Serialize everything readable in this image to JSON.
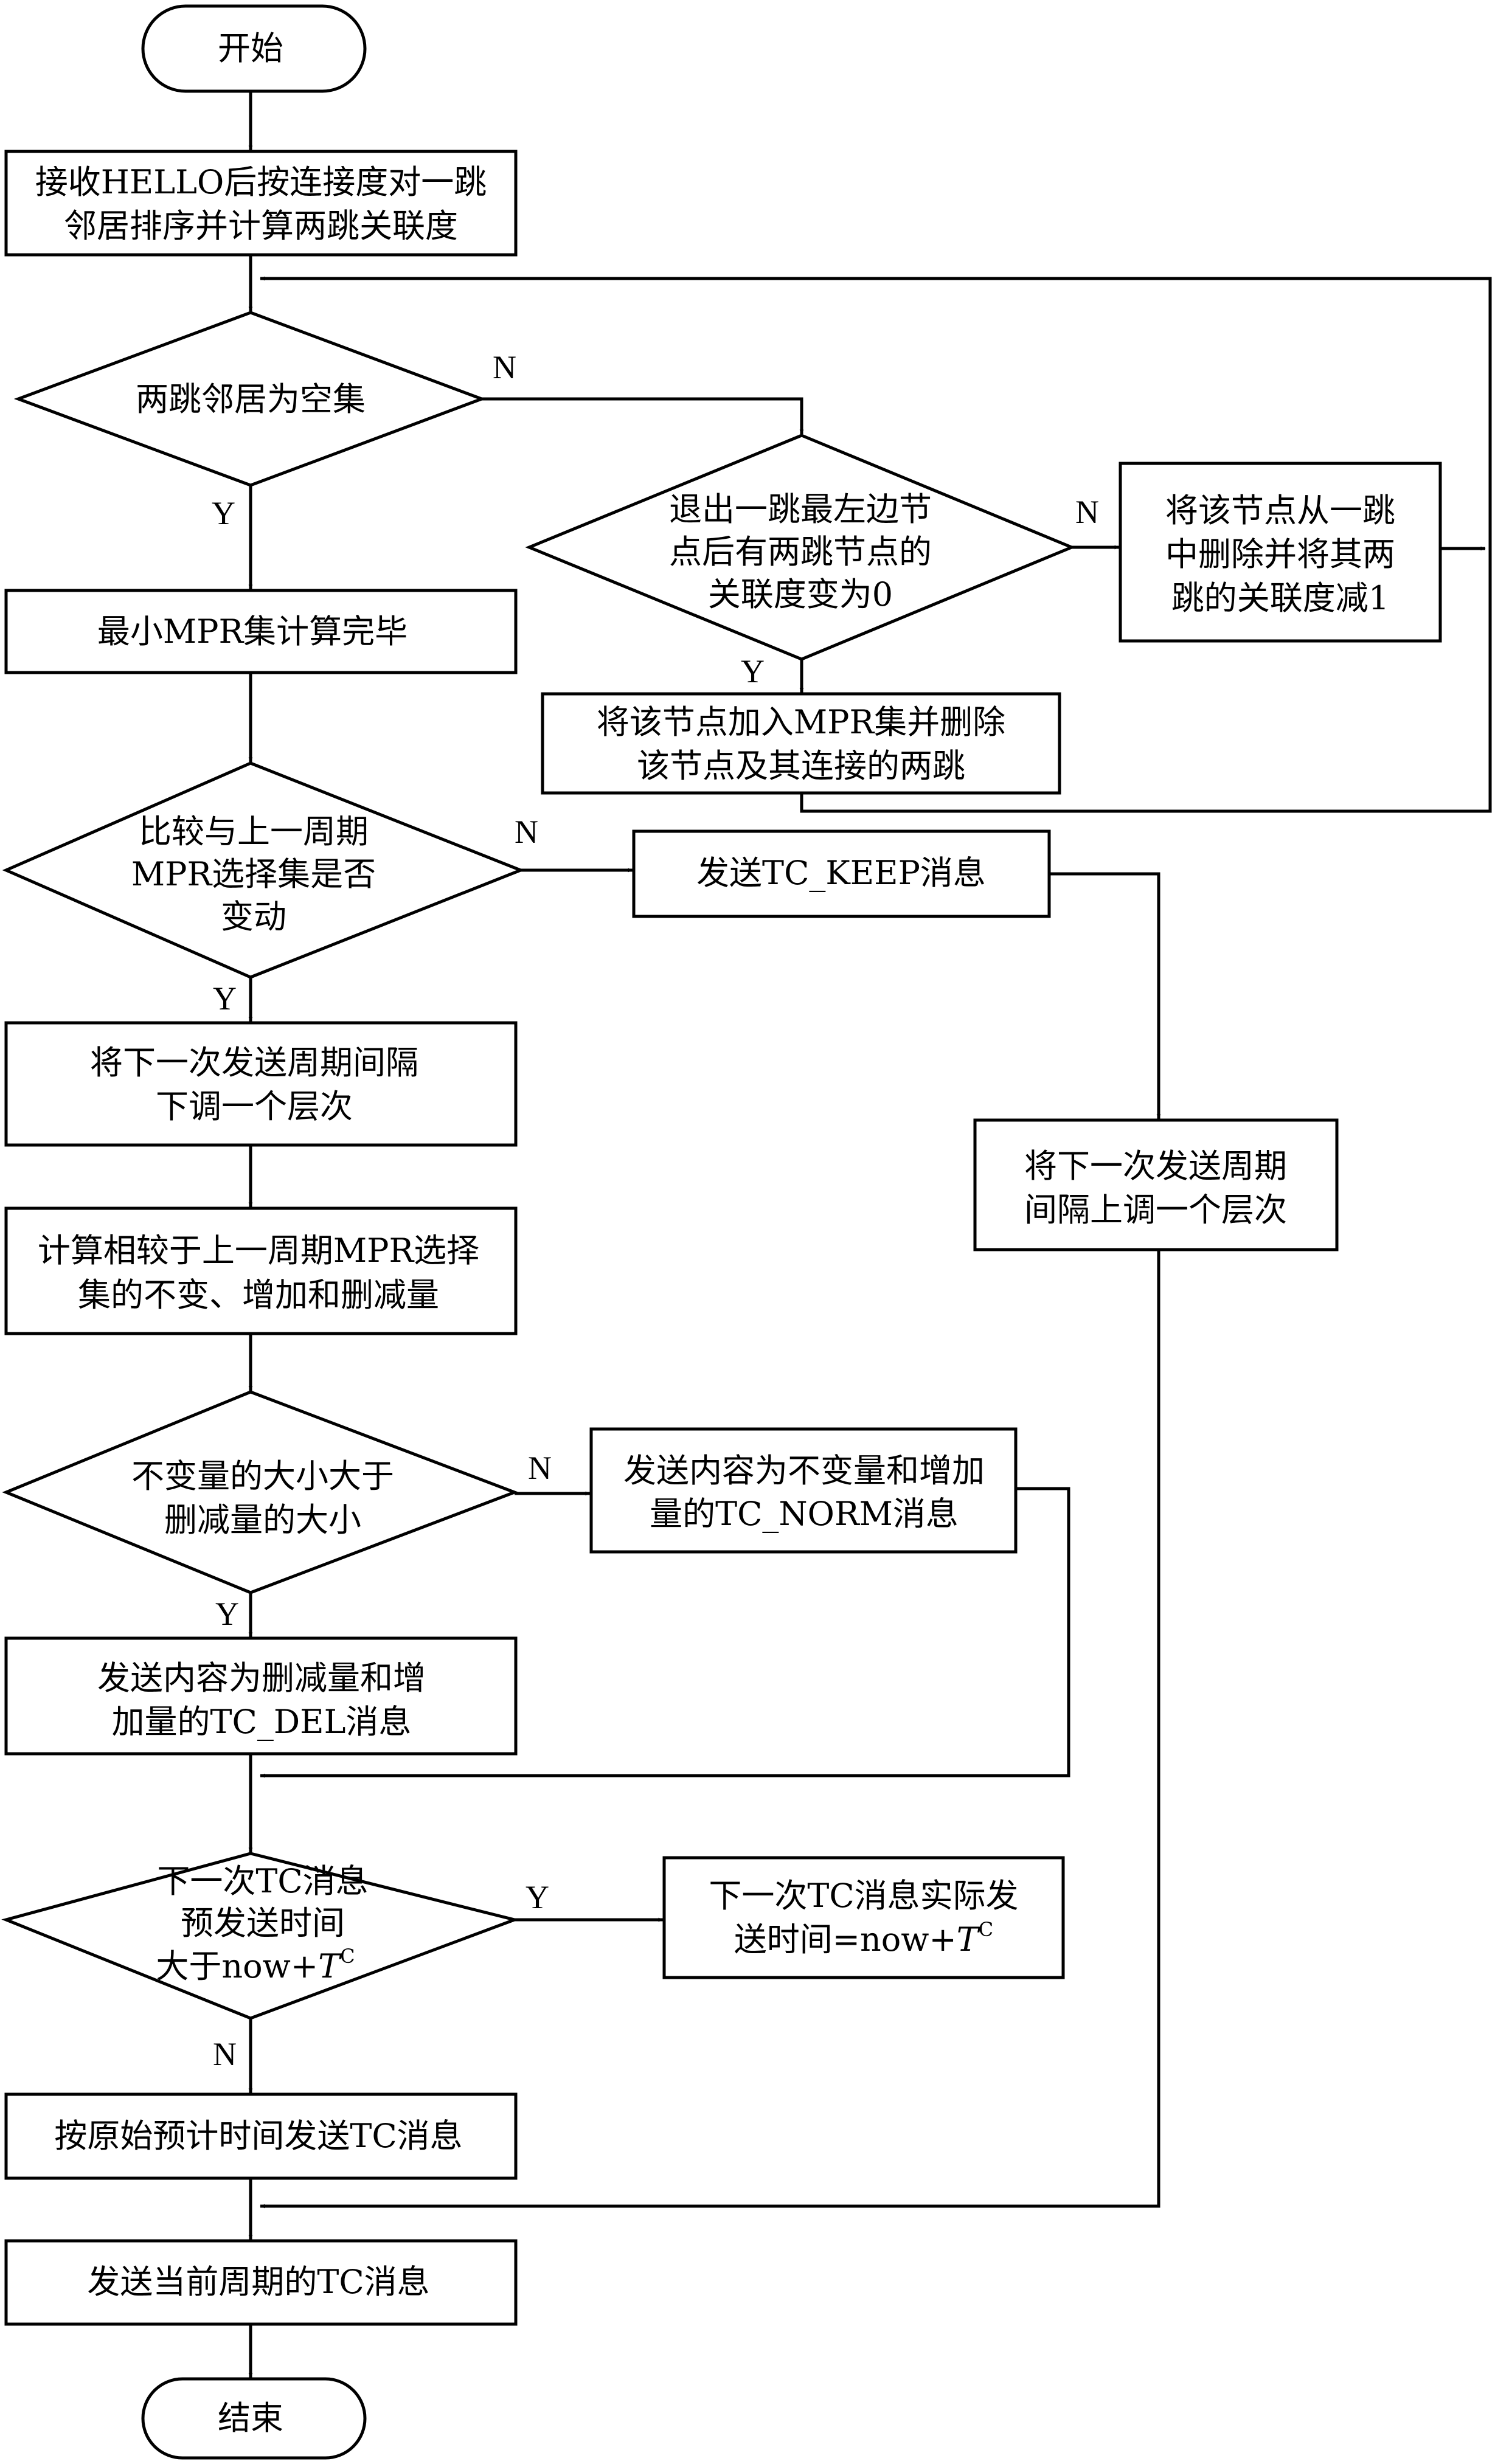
{
  "flowchart": {
    "nodes": {
      "start": {
        "lines": [
          "开始"
        ]
      },
      "recv_hello": {
        "lines": [
          "接收HELLO后按连接度对一跳",
          "邻居排序并计算两跳关联度"
        ]
      },
      "d_twohop_empty": {
        "lines": [
          "两跳邻居为空集"
        ]
      },
      "mpr_done": {
        "lines": [
          "最小MPR集计算完毕"
        ]
      },
      "d_leftmost": {
        "lines": [
          "退出一跳最左边节",
          "点后有两跳节点的",
          "关联度变为0"
        ]
      },
      "remove_node": {
        "lines": [
          "将该节点从一跳",
          "中删除并将其两",
          "跳的关联度减1"
        ]
      },
      "add_to_mpr": {
        "lines": [
          "将该节点加入MPR集并删除",
          "该节点及其连接的两跳"
        ]
      },
      "d_compare": {
        "lines": [
          "比较与上一周期",
          "MPR选择集是否",
          "变动"
        ]
      },
      "send_keep": {
        "lines": [
          "发送TC_KEEP消息"
        ]
      },
      "period_down": {
        "lines": [
          "将下一次发送周期间隔",
          "下调一个层次"
        ]
      },
      "period_up": {
        "lines": [
          "将下一次发送周期",
          "间隔上调一个层次"
        ]
      },
      "calc_diff": {
        "lines": [
          "计算相较于上一周期MPR选择",
          "集的不变、增加和删减量"
        ]
      },
      "d_unchanged": {
        "lines": [
          "不变量的大小大于",
          "删减量的大小"
        ]
      },
      "send_norm": {
        "lines": [
          "发送内容为不变量和增加",
          "量的TC_NORM消息"
        ]
      },
      "send_del": {
        "lines": [
          "发送内容为删减量和增",
          "加量的TC_DEL消息"
        ]
      },
      "d_nexttc": {
        "lines": [
          "下一次TC消息",
          "预发送时间"
        ],
        "line3_prefix": "大于now+",
        "line3_var": "T",
        "line3_sup": "C"
      },
      "actual_time": {
        "line1": "下一次TC消息实际发",
        "line2_prefix": "送时间=now+",
        "line2_var": "T",
        "line2_sup": "C"
      },
      "send_original": {
        "lines": [
          "按原始预计时间发送TC消息"
        ]
      },
      "send_current": {
        "lines": [
          "发送当前周期的TC消息"
        ]
      },
      "end": {
        "lines": [
          "结束"
        ]
      }
    },
    "branch_labels": {
      "twohop_n": "N",
      "twohop_y": "Y",
      "leftmost_n": "N",
      "leftmost_y": "Y",
      "compare_n": "N",
      "compare_y": "Y",
      "unchanged_n": "N",
      "unchanged_y": "Y",
      "nexttc_y": "Y",
      "nexttc_n": "N"
    }
  }
}
